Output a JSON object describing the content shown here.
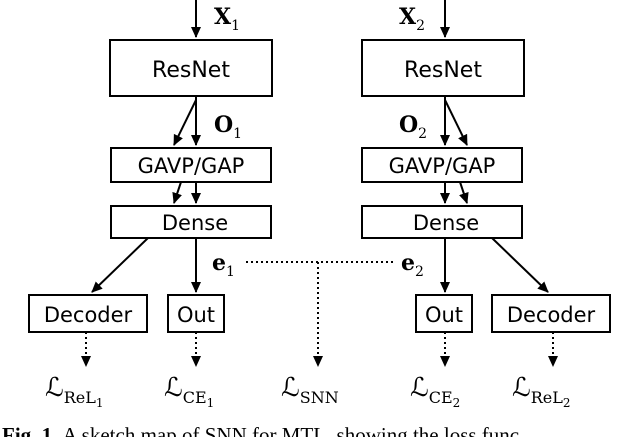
{
  "diagram": {
    "resnet_label": "ResNet",
    "gavp_label": "GAVP/GAP",
    "dense_label": "Dense",
    "decoder_label": "Decoder",
    "out_label": "Out",
    "inputs": [
      "X",
      "X"
    ],
    "input_subscripts": [
      "1",
      "2"
    ],
    "outputs": [
      "O",
      "O"
    ],
    "output_subscripts": [
      "1",
      "2"
    ],
    "embeddings": [
      "e",
      "e"
    ],
    "embedding_subscripts": [
      "1",
      "2"
    ],
    "losses": [
      {
        "symbol": "ℒ",
        "subscript": "ReL",
        "index": "1"
      },
      {
        "symbol": "ℒ",
        "subscript": "CE",
        "index": "1"
      },
      {
        "symbol": "ℒ",
        "subscript": "SNN",
        "index": ""
      },
      {
        "symbol": "ℒ",
        "subscript": "CE",
        "index": "2"
      },
      {
        "symbol": "ℒ",
        "subscript": "ReL",
        "index": "2"
      }
    ]
  },
  "caption": {
    "label": "Fig. 1.",
    "text": "A sketch map of SNN for MTL, showing the loss func"
  }
}
